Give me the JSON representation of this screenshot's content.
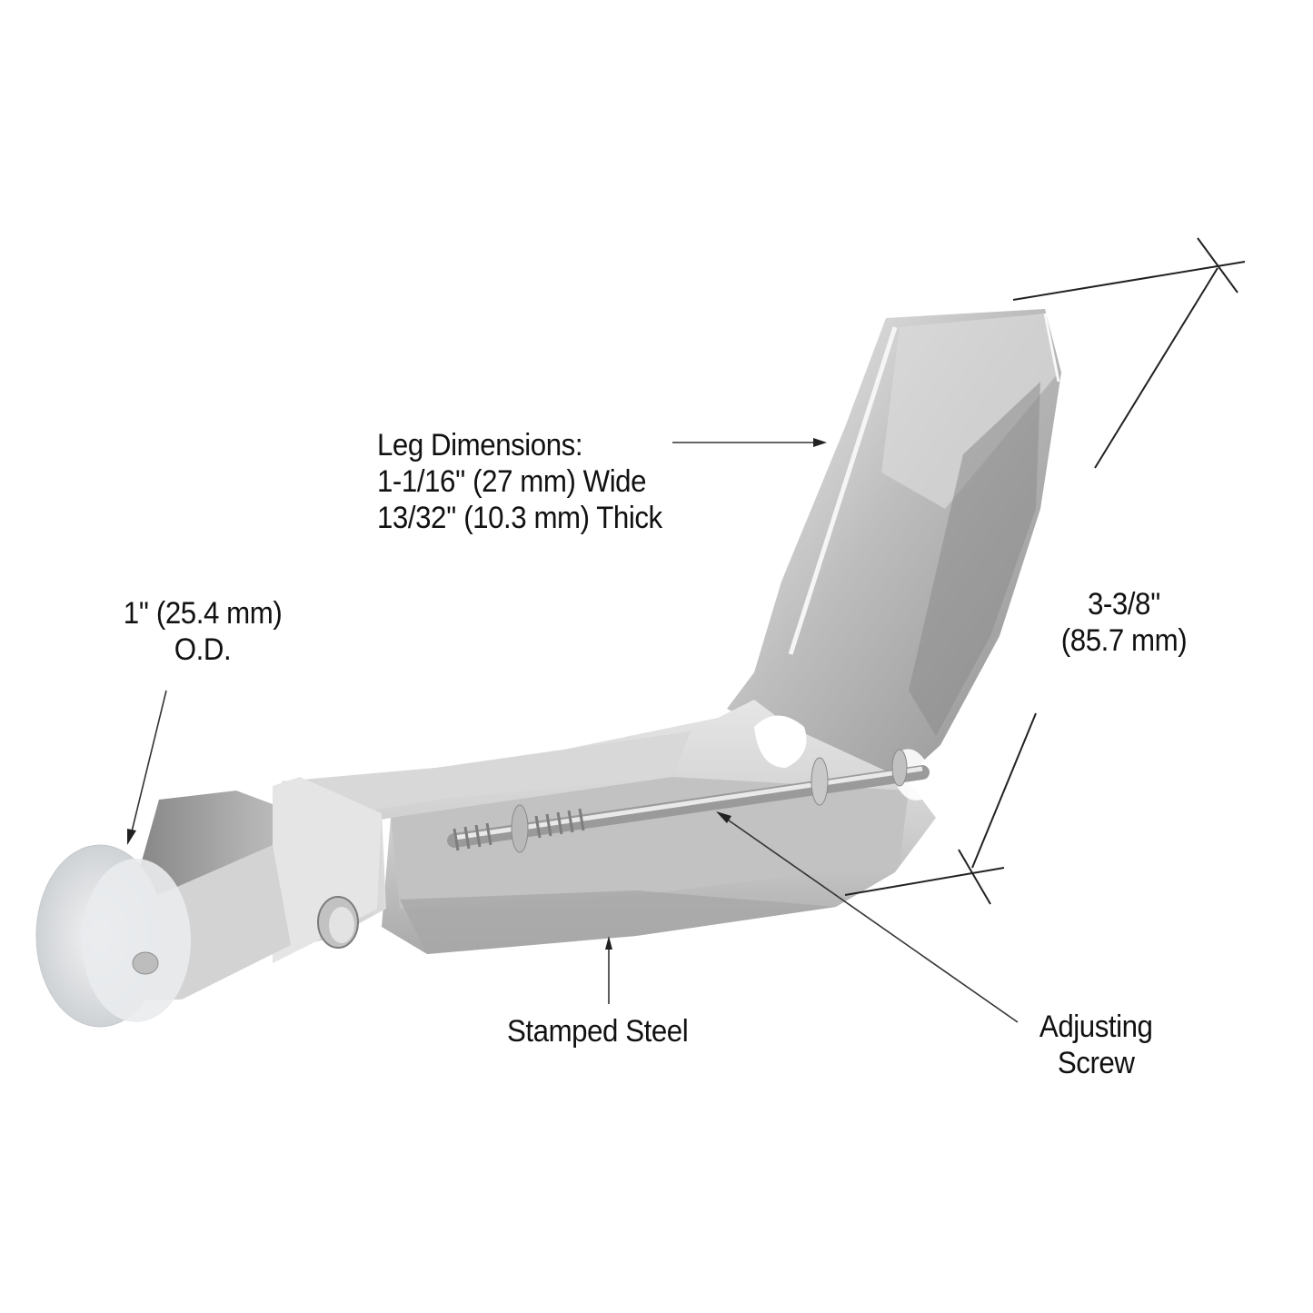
{
  "figure": {
    "subject": "screen-door-roller-assembly",
    "background_color": "#ffffff",
    "metal_color": "#c9c9c9",
    "wheel_color": "#e4e6e8",
    "line_color": "#222222"
  },
  "callouts": {
    "leg_dimensions": {
      "title": "Leg Dimensions:",
      "width": "1-1/16'' (27 mm) Wide",
      "thickness": "13/32'' (10.3 mm) Thick"
    },
    "wheel_od": {
      "size": "1'' (25.4 mm)",
      "label": "O.D."
    },
    "overall_height": {
      "inches": "3-3/8''",
      "mm": "(85.7 mm)"
    },
    "material": {
      "label": "Stamped Steel"
    },
    "adjusting_screw": {
      "line1": "Adjusting",
      "line2": "Screw"
    }
  }
}
